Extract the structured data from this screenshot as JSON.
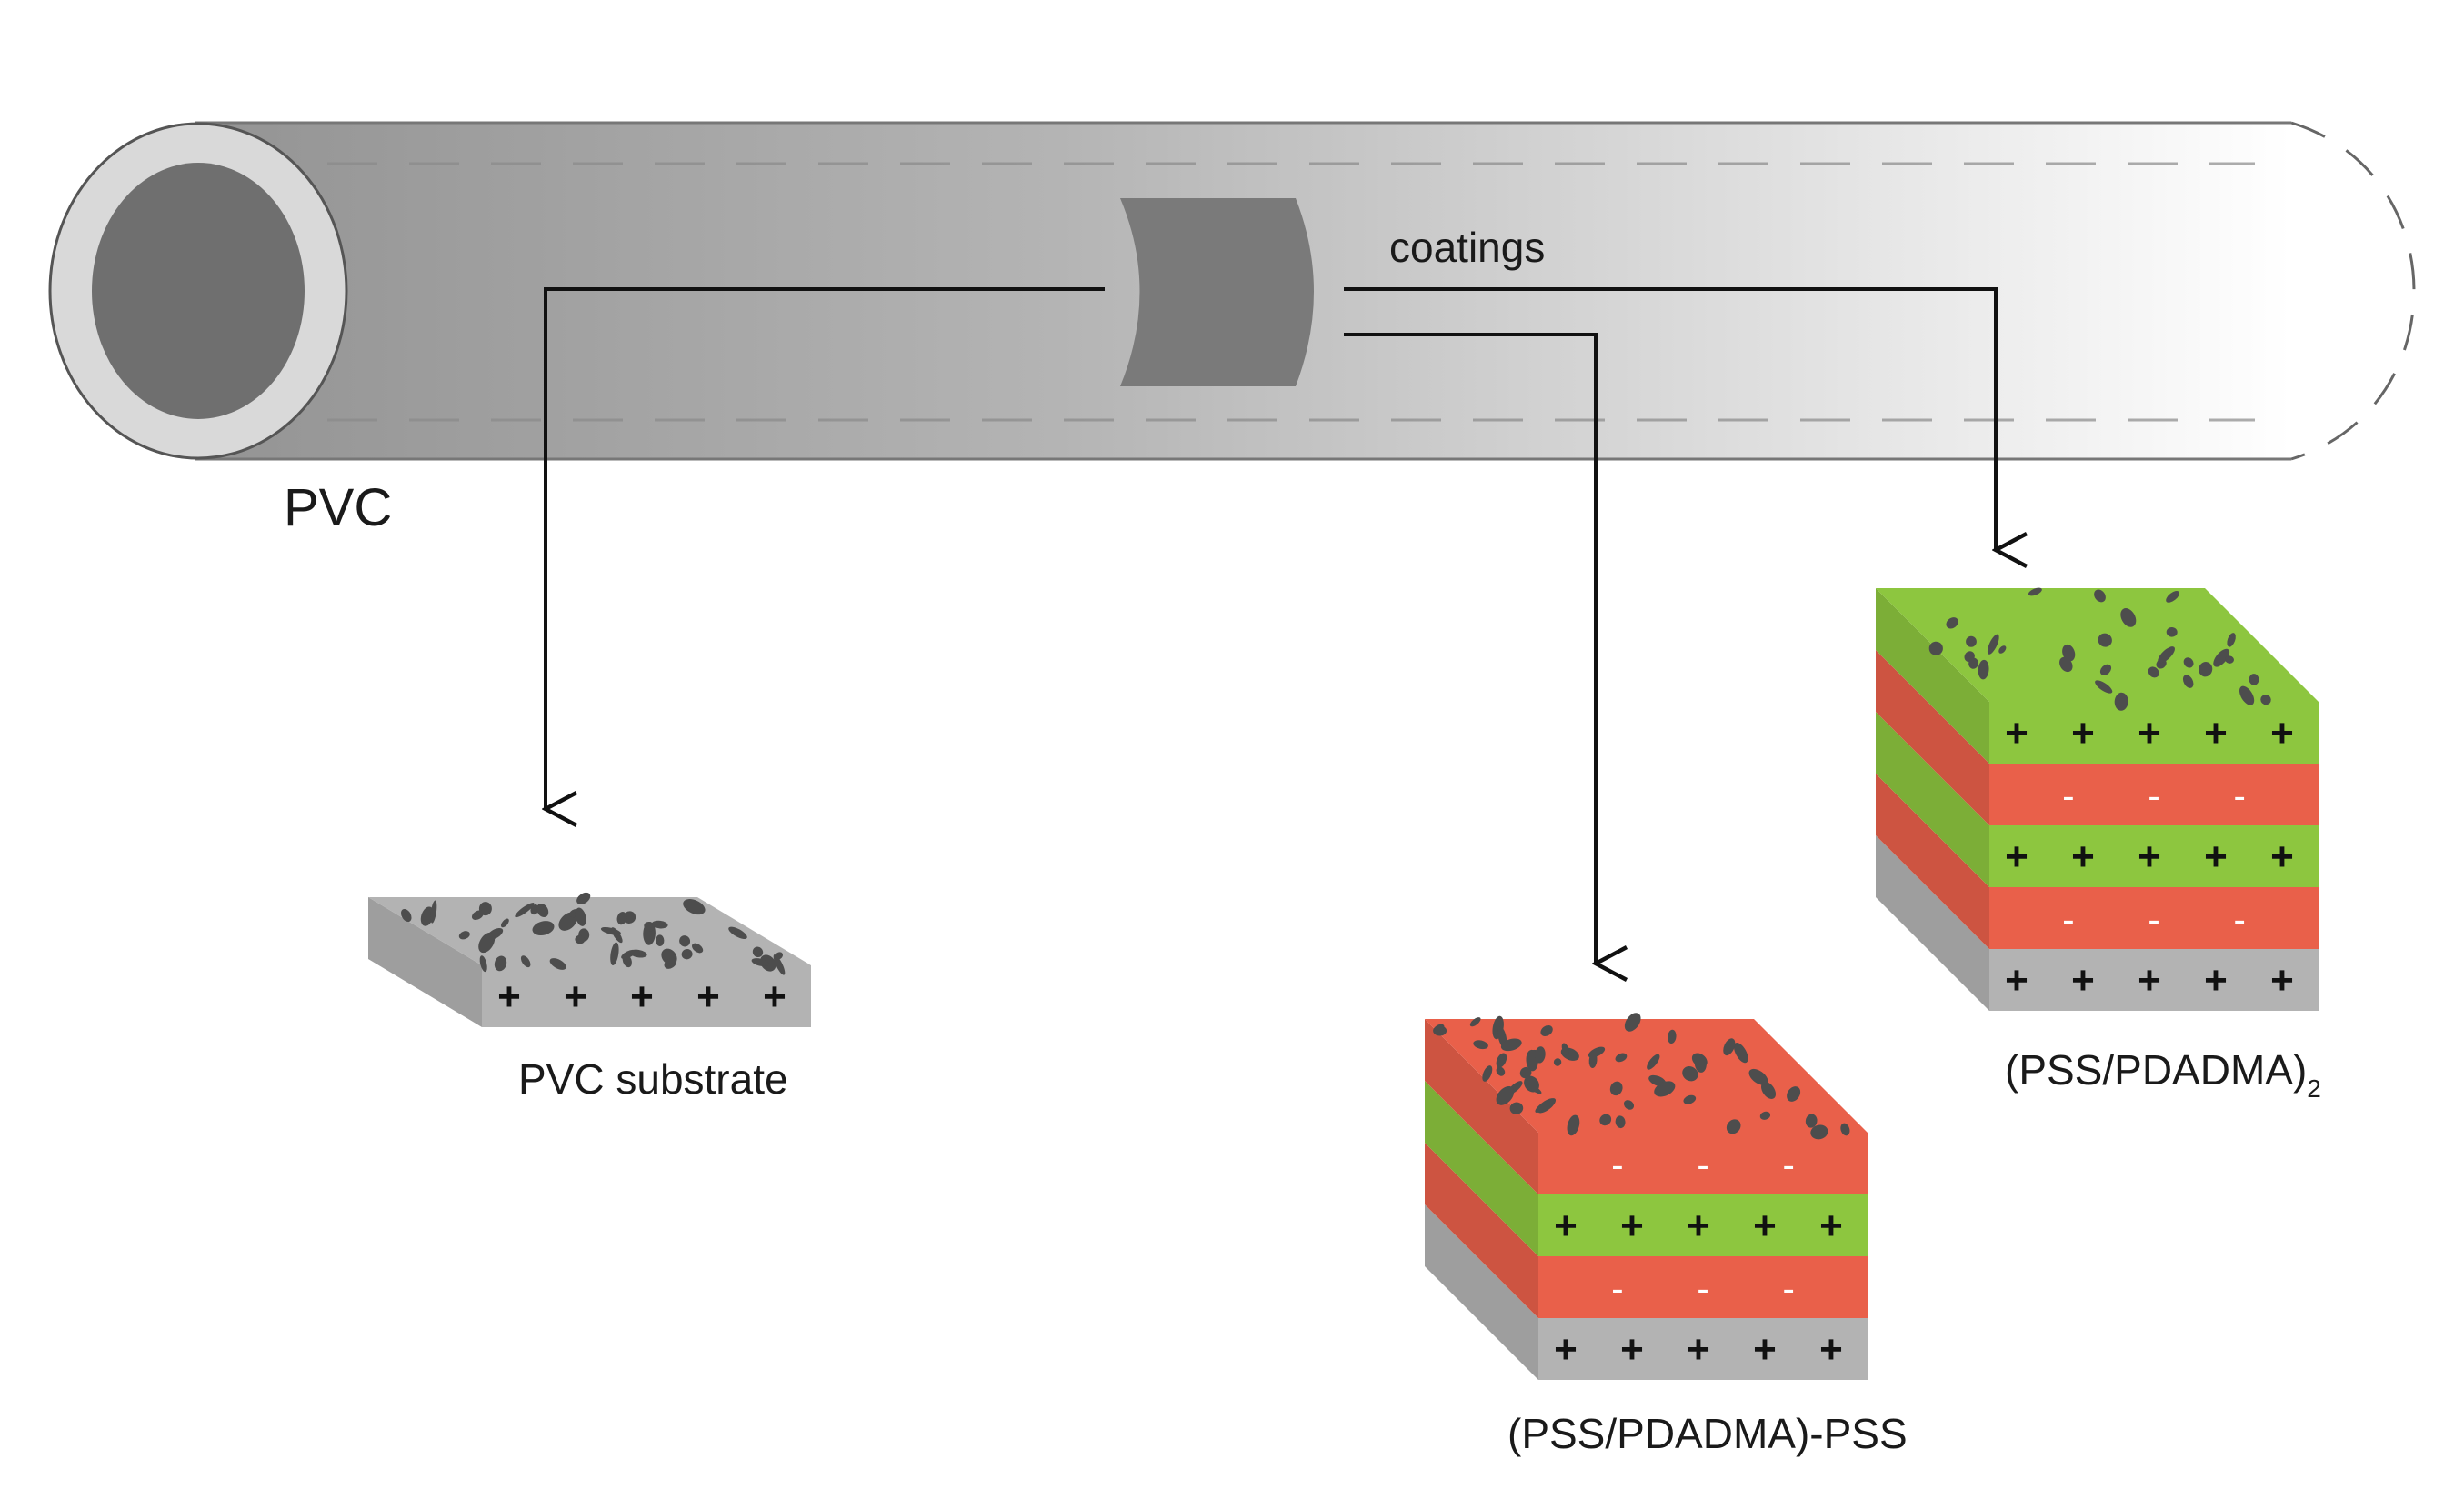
{
  "labels": {
    "pipe": "PVC",
    "coatings": "coatings",
    "substrate": "PVC substrate",
    "coating_1": "(PSS/PDADMA)-PSS",
    "coating_2_main": "(PSS/PDADMA)",
    "coating_2_subscript": "2"
  },
  "charges": {
    "positive": "+",
    "negative": "-"
  },
  "colors": {
    "pss_layer": "#e9604a",
    "pdadma_layer": "#8dc63f",
    "pvc_substrate": "#b3b3b3",
    "pipe_inner": "#7a7a7a",
    "particles": "#4d4d4d"
  },
  "stacks": {
    "substrate": [
      "PVC"
    ],
    "coating_1": [
      "PVC",
      "PSS",
      "PDADMA",
      "PSS"
    ],
    "coating_2": [
      "PVC",
      "PSS",
      "PDADMA",
      "PSS",
      "PDADMA"
    ]
  }
}
